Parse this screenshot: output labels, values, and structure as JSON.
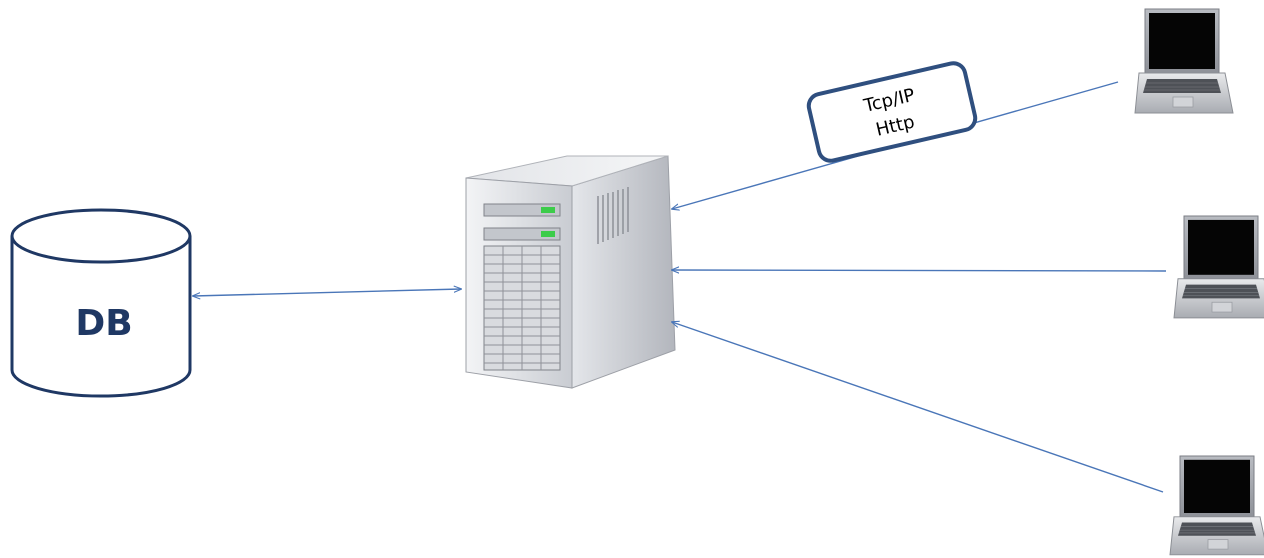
{
  "database": {
    "label": "DB"
  },
  "protocol_label": {
    "line1": "Tcp/IP",
    "line2": "Http"
  },
  "colors": {
    "db_stroke": "#1f3864",
    "db_label": "#1f3864",
    "arrow": "#4a76b8",
    "label_box_stroke": "#2f4f7f"
  }
}
